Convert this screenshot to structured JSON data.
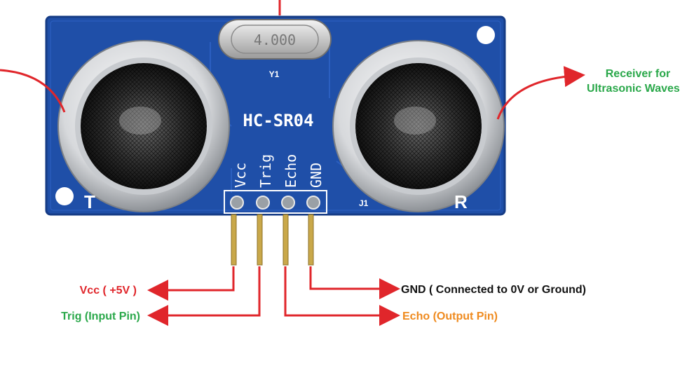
{
  "board": {
    "model": "HC-SR04",
    "crystal_label": "Y1",
    "crystal_value": "4.000",
    "connector_label": "J1",
    "transmitter_mark": "T",
    "receiver_mark": "R",
    "pins": [
      "Vcc",
      "Trig",
      "Echo",
      "GND"
    ],
    "colors": {
      "pcb": "#1f4fa8",
      "pcb_edge": "#163c86",
      "silkscreen": "#ffffff",
      "pin": "#c9a84a"
    }
  },
  "annotations": {
    "receiver_line1": "Receiver for",
    "receiver_line2": "Ultrasonic Waves",
    "vcc": "Vcc ( +5V )",
    "trig": "Trig (Input Pin)",
    "gnd": "GND ( Connected to 0V or Ground)",
    "echo": "Echo (Output Pin)",
    "colors": {
      "arrow": "#e0262b",
      "vcc": "#e0262b",
      "trig": "#2aa84a",
      "gnd": "#111111",
      "echo": "#ef8a1e",
      "receiver": "#2aa84a"
    }
  }
}
